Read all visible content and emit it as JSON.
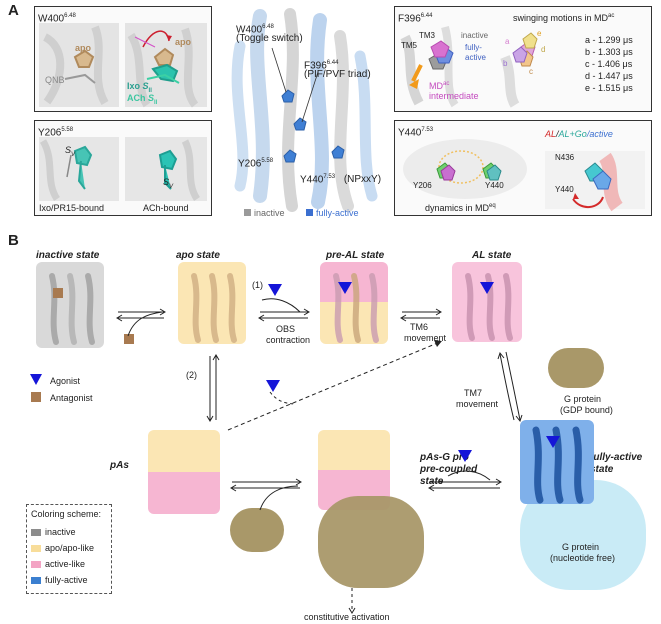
{
  "panel_a": {
    "letter": "A",
    "w400_box": {
      "title": "W400",
      "title_sup": "6.48",
      "apo_left": "apo",
      "qnb": "QNB",
      "apo_right": "apo",
      "ixo": "Ixo",
      "ach": "ACh",
      "s_sub": "S",
      "s_sub2": "II"
    },
    "y206_box": {
      "title": "Y206",
      "title_sup": "5.58",
      "sv1": "S",
      "sv1_sub": "V",
      "sv2": "S",
      "sv2_sub": "V",
      "caption_left": "Ixo/PR15-bound",
      "caption_right": "ACh-bound"
    },
    "center": {
      "w400": "W400",
      "w400_sup": "6.48",
      "toggle": "(Toggle switch)",
      "f396": "F396",
      "f396_sup": "6.44",
      "pif": "(PIF/PVF triad)",
      "y206": "Y206",
      "y206_sup": "5.58",
      "y440": "Y440",
      "y440_sup": "7.53",
      "npxxy": "(NPxxY)",
      "legend_inactive": "inactive",
      "legend_active": "fully-active"
    },
    "f396_box": {
      "title": "F396",
      "title_sup": "6.44",
      "swing": "swinging motions in MD",
      "swing_sup": "ac",
      "tm5": "TM5",
      "tm3": "TM3",
      "inactive": "inactive",
      "fully": "fully-",
      "active": "active",
      "md": "MD",
      "md_sup": "ac",
      "intermediate": "intermediate",
      "times": [
        "a - 1.299 μs",
        "b - 1.303 μs",
        "c - 1.406 μs",
        "d - 1.447 μs",
        "e - 1.515 μs"
      ],
      "letters": [
        "a",
        "b",
        "c",
        "d",
        "e"
      ]
    },
    "y440_box": {
      "title": "Y440",
      "title_sup": "7.53",
      "al": "AL",
      "al2": "AL+Go",
      "active": "/active",
      "n436": "N436",
      "y206": "Y206",
      "y440a": "Y440",
      "y440b": "Y440",
      "dynamics": "dynamics in MD",
      "dynamics_sup": "eq"
    }
  },
  "panel_b": {
    "letter": "B",
    "states": {
      "inactive": "inactive state",
      "apo": "apo state",
      "pre_al": "pre-AL state",
      "al": "AL state",
      "pas": "pAs",
      "pas_g1": "pAs-G pro",
      "pas_g2": "pre-coupled",
      "pas_g3": "state",
      "fully1": "fully-active",
      "fully2": "state"
    },
    "labels": {
      "one": "(1)",
      "two": "(2)",
      "obs1": "OBS",
      "obs2": "contraction",
      "tm6_1": "TM6",
      "tm6_2": "movement",
      "tm7_1": "TM7",
      "tm7_2": "movement",
      "gdp1": "G protein",
      "gdp2": "(GDP bound)",
      "nf1": "G protein",
      "nf2": "(nucleotide free)",
      "constitutive": "constitutive activation",
      "agonist": "Agonist",
      "antagonist": "Antagonist"
    },
    "coloring": {
      "title": "Coloring scheme:",
      "items": [
        {
          "label": "inactive",
          "color": "#8c8c8c"
        },
        {
          "label": "apo/apo-like",
          "color": "#f8dd9a"
        },
        {
          "label": "active-like",
          "color": "#f3a4c4"
        },
        {
          "label": "fully-active",
          "color": "#3b7fd0"
        }
      ]
    },
    "colors": {
      "agonist": "#1515d8",
      "antagonist": "#a87a50",
      "gprotein": "#a99869",
      "gfree": "#bfe6f3"
    }
  }
}
